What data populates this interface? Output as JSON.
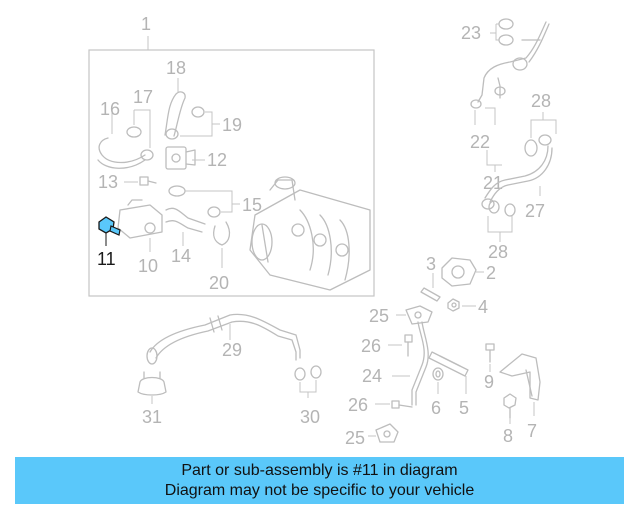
{
  "callouts": {
    "c1": "1",
    "c2": "2",
    "c3": "3",
    "c4": "4",
    "c5": "5",
    "c6": "6",
    "c7": "7",
    "c8": "8",
    "c9": "9",
    "c10": "10",
    "c11": "11",
    "c12": "12",
    "c13": "13",
    "c14": "14",
    "c15": "15",
    "c16": "16",
    "c17": "17",
    "c18": "18",
    "c19": "19",
    "c20": "20",
    "c21": "21",
    "c22": "22",
    "c23": "23",
    "c24": "24",
    "c25a": "25",
    "c25b": "25",
    "c26a": "26",
    "c26b": "26",
    "c27": "27",
    "c28a": "28",
    "c28b": "28",
    "c29": "29",
    "c30": "30",
    "c31": "31"
  },
  "highlight": {
    "part": "11",
    "color": "#1a1a1a",
    "part_color": "#5ac8fa"
  },
  "caption": {
    "line1": "Part or sub-assembly is #11 in diagram",
    "line2": "Diagram may not be specific to your vehicle",
    "background": "#5ac8fa"
  }
}
